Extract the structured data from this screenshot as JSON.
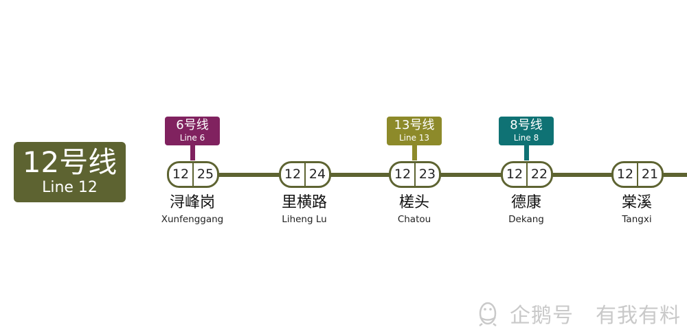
{
  "line": {
    "name_cn": "12号线",
    "name_en": "Line 12",
    "color": "#5d6331"
  },
  "stations": [
    {
      "cn": "浔峰岗",
      "en": "Xunfenggang",
      "line": "12",
      "code": "25",
      "transfer": {
        "cn": "6号线",
        "en": "Line 6",
        "color": "#80225f"
      }
    },
    {
      "cn": "里横路",
      "en": "Liheng Lu",
      "line": "12",
      "code": "24",
      "transfer": null
    },
    {
      "cn": "槎头",
      "en": "Chatou",
      "line": "12",
      "code": "23",
      "transfer": {
        "cn": "13号线",
        "en": "Line 13",
        "color": "#8d8a2a"
      }
    },
    {
      "cn": "德康",
      "en": "Dekang",
      "line": "12",
      "code": "22",
      "transfer": {
        "cn": "8号线",
        "en": "Line 8",
        "color": "#0f7274"
      }
    },
    {
      "cn": "棠溪",
      "en": "Tangxi",
      "line": "12",
      "code": "21",
      "transfer": null
    }
  ],
  "watermark": {
    "brand": "企鹅号",
    "account": "有我有料",
    "icon": "penguin-icon"
  }
}
